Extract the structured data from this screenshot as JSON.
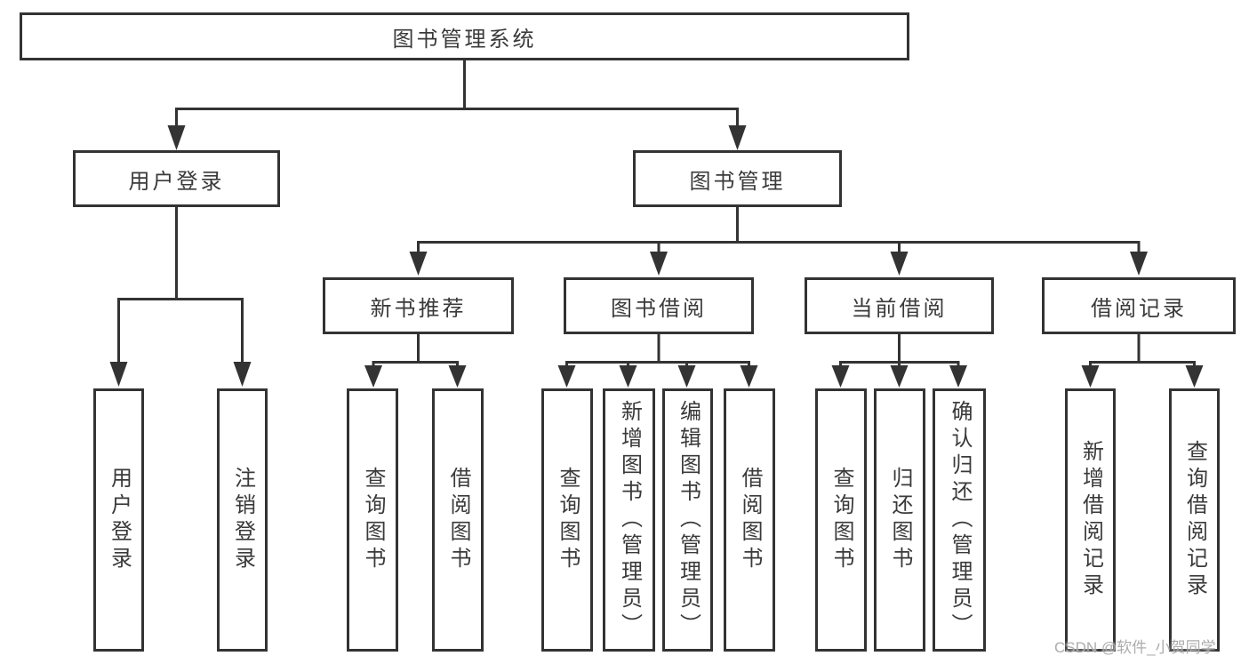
{
  "diagram": {
    "title": "图书管理系统",
    "root": {
      "label": "图书管理系统"
    },
    "level2": [
      {
        "label": "用户登录"
      },
      {
        "label": "图书管理"
      }
    ],
    "level3": [
      {
        "label": "新书推荐"
      },
      {
        "label": "图书借阅"
      },
      {
        "label": "当前借阅"
      },
      {
        "label": "借阅记录"
      }
    ],
    "leaves": [
      {
        "label": "用户登录",
        "parent": "用户登录"
      },
      {
        "label": "注销登录",
        "parent": "用户登录"
      },
      {
        "label": "查询图书",
        "parent": "新书推荐"
      },
      {
        "label": "借阅图书",
        "parent": "新书推荐"
      },
      {
        "label": "查询图书",
        "parent": "图书借阅"
      },
      {
        "label": "新增图书（管理员）",
        "parent": "图书借阅"
      },
      {
        "label": "编辑图书（管理员）",
        "parent": "图书借阅"
      },
      {
        "label": "借阅图书",
        "parent": "图书借阅"
      },
      {
        "label": "查询图书",
        "parent": "当前借阅"
      },
      {
        "label": "归还图书",
        "parent": "当前借阅"
      },
      {
        "label": "确认归还（管理员）",
        "parent": "当前借阅"
      },
      {
        "label": "新增借阅记录",
        "parent": "借阅记录"
      },
      {
        "label": "查询借阅记录",
        "parent": "借阅记录"
      }
    ]
  },
  "watermark": {
    "text": "CSDN @软件_小贺同学"
  },
  "colors": {
    "line": "#333333",
    "box_border": "#333333",
    "text": "#3a3a3a",
    "watermark": "#a8a8a8",
    "background": "#ffffff"
  }
}
